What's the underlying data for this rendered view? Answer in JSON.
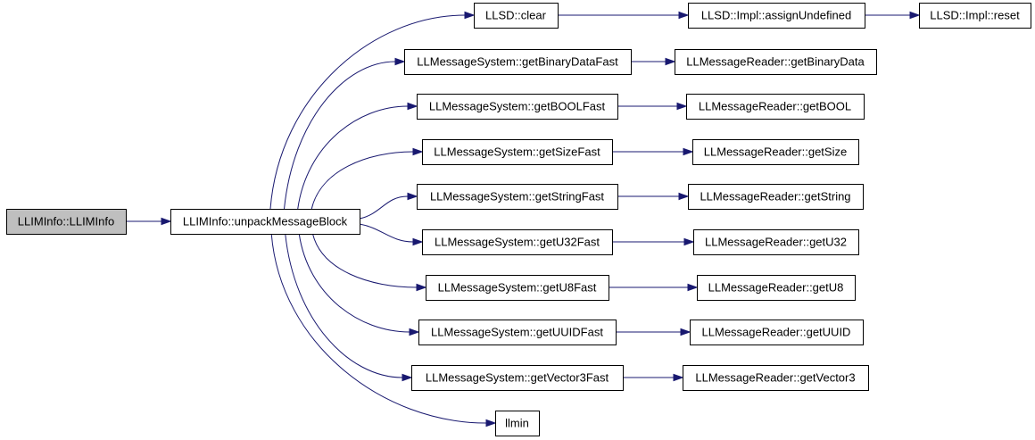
{
  "diagram": {
    "colors": {
      "edge": "#191970",
      "node_fill": "#ffffff",
      "root_fill": "#bfbfbf",
      "node_stroke": "#000000"
    },
    "nodes": [
      {
        "id": "n0",
        "label": "LLIMInfo::LLIMInfo",
        "root": true
      },
      {
        "id": "n1",
        "label": "LLIMInfo::unpackMessageBlock"
      },
      {
        "id": "n2",
        "label": "LLSD::clear"
      },
      {
        "id": "n3",
        "label": "LLSD::Impl::assignUndefined"
      },
      {
        "id": "n4",
        "label": "LLSD::Impl::reset"
      },
      {
        "id": "n5",
        "label": "LLMessageSystem::getBinaryDataFast"
      },
      {
        "id": "n6",
        "label": "LLMessageReader::getBinaryData"
      },
      {
        "id": "n7",
        "label": "LLMessageSystem::getBOOLFast"
      },
      {
        "id": "n8",
        "label": "LLMessageReader::getBOOL"
      },
      {
        "id": "n9",
        "label": "LLMessageSystem::getSizeFast"
      },
      {
        "id": "n10",
        "label": "LLMessageReader::getSize"
      },
      {
        "id": "n11",
        "label": "LLMessageSystem::getStringFast"
      },
      {
        "id": "n12",
        "label": "LLMessageReader::getString"
      },
      {
        "id": "n13",
        "label": "LLMessageSystem::getU32Fast"
      },
      {
        "id": "n14",
        "label": "LLMessageReader::getU32"
      },
      {
        "id": "n15",
        "label": "LLMessageSystem::getU8Fast"
      },
      {
        "id": "n16",
        "label": "LLMessageReader::getU8"
      },
      {
        "id": "n17",
        "label": "LLMessageSystem::getUUIDFast"
      },
      {
        "id": "n18",
        "label": "LLMessageReader::getUUID"
      },
      {
        "id": "n19",
        "label": "LLMessageSystem::getVector3Fast"
      },
      {
        "id": "n20",
        "label": "LLMessageReader::getVector3"
      },
      {
        "id": "n21",
        "label": "llmin"
      }
    ],
    "edges": [
      {
        "from": "n0",
        "to": "n1"
      },
      {
        "from": "n1",
        "to": "n2"
      },
      {
        "from": "n1",
        "to": "n5"
      },
      {
        "from": "n1",
        "to": "n7"
      },
      {
        "from": "n1",
        "to": "n9"
      },
      {
        "from": "n1",
        "to": "n11"
      },
      {
        "from": "n1",
        "to": "n13"
      },
      {
        "from": "n1",
        "to": "n15"
      },
      {
        "from": "n1",
        "to": "n17"
      },
      {
        "from": "n1",
        "to": "n19"
      },
      {
        "from": "n1",
        "to": "n21"
      },
      {
        "from": "n2",
        "to": "n3"
      },
      {
        "from": "n3",
        "to": "n4"
      },
      {
        "from": "n5",
        "to": "n6"
      },
      {
        "from": "n7",
        "to": "n8"
      },
      {
        "from": "n9",
        "to": "n10"
      },
      {
        "from": "n11",
        "to": "n12"
      },
      {
        "from": "n13",
        "to": "n14"
      },
      {
        "from": "n15",
        "to": "n16"
      },
      {
        "from": "n17",
        "to": "n18"
      },
      {
        "from": "n19",
        "to": "n20"
      }
    ]
  }
}
